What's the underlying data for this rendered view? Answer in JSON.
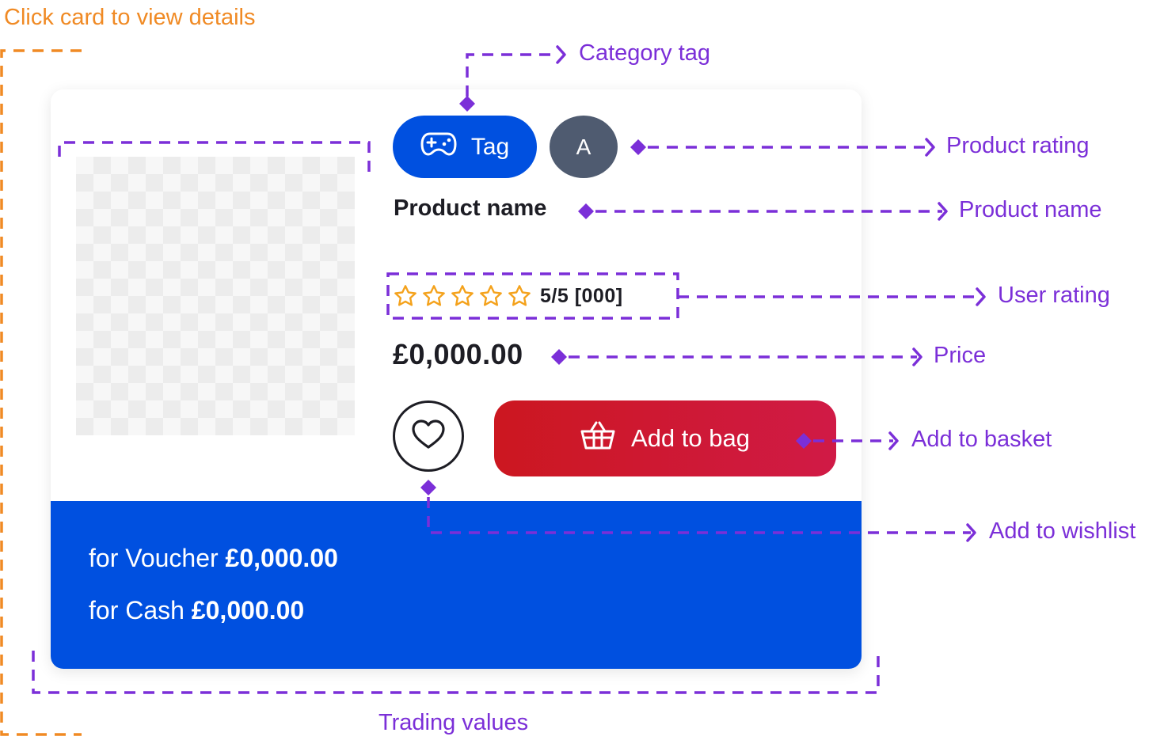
{
  "annotations": {
    "click_card": "Click card to view details",
    "category_tag": "Category tag",
    "product_rating": "Product rating",
    "product_name": "Product name",
    "user_rating": "User rating",
    "price": "Price",
    "add_to_basket": "Add to basket",
    "add_to_wishlist": "Add to wishlist",
    "trading_values": "Trading values"
  },
  "card": {
    "tag_label": "Tag",
    "tag_icon": "gamepad-icon",
    "age_rating": "A",
    "product_name": "Product name",
    "stars": 5,
    "rating_text": "5/5 [000]",
    "price": "£0,000.00",
    "wishlist_icon": "heart-icon",
    "add_to_bag": "Add to bag",
    "add_to_bag_icon": "basket-icon",
    "trading": {
      "voucher_prefix": "for Voucher",
      "voucher_value": "£0,000.00",
      "cash_prefix": "for Cash",
      "cash_value": "£0,000.00"
    }
  },
  "colors": {
    "annotation": "#7b2fd8",
    "annotation_highlight": "#f08a24",
    "tag_bg": "#0050e0",
    "avatar_bg": "#4f5b70",
    "add_to_bag_bg": "#cc1720",
    "trading_bg": "#0050e0",
    "star": "#f4a21c"
  }
}
